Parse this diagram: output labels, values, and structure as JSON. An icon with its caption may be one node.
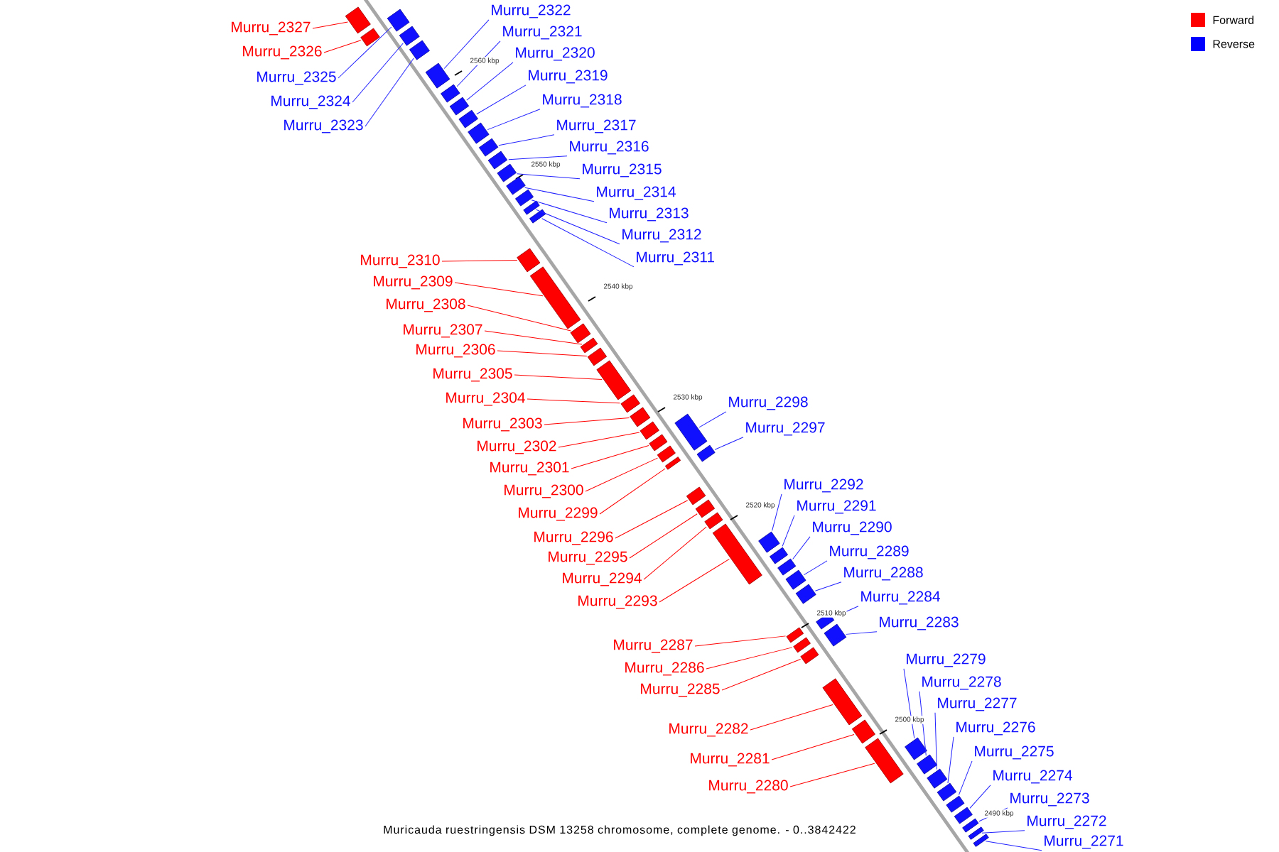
{
  "diagram": {
    "caption": "Muricauda ruestringensis DSM 13258 chromosome, complete genome. - 0..3842422",
    "nodes": [
      {
        "text": [
          "Murru_2327"
        ]
      },
      {
        "text": [
          "Murru_2326"
        ]
      },
      {
        "text": [
          "Murru_2325"
        ]
      },
      {
        "text": [
          "Murru_2324"
        ]
      },
      {
        "text": [
          "Murru_2323"
        ]
      },
      {
        "text": [
          "Murru_2322"
        ]
      },
      {
        "text": [
          "Murru_2321"
        ]
      },
      {
        "text": [
          "Murru_2320"
        ]
      },
      {
        "text": [
          "Murru_2319"
        ]
      },
      {
        "text": [
          "Murru_2318"
        ]
      },
      {
        "text": [
          "Murru_2317"
        ]
      },
      {
        "text": [
          "Murru_2316"
        ]
      },
      {
        "text": [
          "Murru_2315"
        ]
      },
      {
        "text": [
          "Murru_2314"
        ]
      },
      {
        "text": [
          "Murru_2313"
        ]
      },
      {
        "text": [
          "Murru_2312"
        ]
      },
      {
        "text": [
          "Murru_2311"
        ]
      },
      {
        "text": [
          "Murru_2310"
        ]
      },
      {
        "text": [
          "Murru_2309"
        ]
      },
      {
        "text": [
          "Murru_2308"
        ]
      },
      {
        "text": [
          "Murru_2307"
        ]
      },
      {
        "text": [
          "Murru_2306"
        ]
      },
      {
        "text": [
          "Murru_2305"
        ]
      },
      {
        "text": [
          "Murru_2304"
        ]
      },
      {
        "text": [
          "Murru_2303"
        ]
      },
      {
        "text": [
          "Murru_2302"
        ]
      },
      {
        "text": [
          "Murru_2301"
        ]
      },
      {
        "text": [
          "Murru_2300"
        ]
      },
      {
        "text": [
          "Murru_2299"
        ]
      },
      {
        "text": [
          "Murru_2298"
        ]
      },
      {
        "text": [
          "Murru_2297"
        ]
      },
      {
        "text": [
          "Murru_2296"
        ]
      },
      {
        "text": [
          "Murru_2295"
        ]
      },
      {
        "text": [
          "Murru_2294"
        ]
      },
      {
        "text": [
          "Murru_2293"
        ]
      },
      {
        "text": [
          "Murru_2292"
        ]
      },
      {
        "text": [
          "Murru_2291"
        ]
      },
      {
        "text": [
          "Murru_2290"
        ]
      },
      {
        "text": [
          "Murru_2289"
        ]
      },
      {
        "text": [
          "Murru_2288"
        ]
      },
      {
        "text": [
          "Murru_2287"
        ]
      },
      {
        "text": [
          "Murru_2286"
        ]
      },
      {
        "text": [
          "Murru_2285"
        ]
      },
      {
        "text": [
          "Murru_2284"
        ]
      },
      {
        "text": [
          "Murru_2283"
        ]
      },
      {
        "text": [
          "Murru_2282"
        ]
      },
      {
        "text": [
          "Murru_2281"
        ]
      },
      {
        "text": [
          "Murru_2280"
        ]
      },
      {
        "text": [
          "Murru_2279"
        ]
      },
      {
        "text": [
          "Murru_2278"
        ]
      },
      {
        "text": [
          "Murru_2277"
        ]
      },
      {
        "text": [
          "Murru_2276"
        ]
      },
      {
        "text": [
          "Murru_2275"
        ]
      },
      {
        "text": [
          "Murru_2274"
        ]
      },
      {
        "text": [
          "Murru_2273"
        ]
      },
      {
        "text": [
          "Murru_2272"
        ]
      },
      {
        "text": [
          "Murru_2271"
        ]
      },
      {
        "text": [],
        "shape": "box"
      },
      {
        "text": [],
        "shape": "box"
      },
      {
        "text": [],
        "shape": "box"
      },
      {
        "text": [],
        "shape": "box"
      },
      {
        "text": [],
        "shape": "box"
      },
      {
        "text": [],
        "shape": "box"
      },
      {
        "text": [],
        "shape": "box"
      },
      {
        "text": [],
        "shape": "box"
      },
      {
        "text": [],
        "shape": "box"
      },
      {
        "text": [],
        "shape": "box"
      },
      {
        "text": [],
        "shape": "box"
      },
      {
        "text": [],
        "shape": "box"
      },
      {
        "text": [],
        "shape": "box"
      },
      {
        "text": [],
        "shape": "box"
      },
      {
        "text": [],
        "shape": "box"
      },
      {
        "text": [],
        "shape": "box"
      },
      {
        "text": [],
        "shape": "box"
      },
      {
        "text": [],
        "shape": "box"
      },
      {
        "text": [],
        "shape": "box"
      },
      {
        "text": [],
        "shape": "box"
      },
      {
        "text": [],
        "shape": "box"
      },
      {
        "text": [],
        "shape": "box"
      },
      {
        "text": [],
        "shape": "box"
      },
      {
        "text": [],
        "shape": "box"
      },
      {
        "text": [],
        "shape": "box"
      },
      {
        "text": [],
        "shape": "box"
      },
      {
        "text": [],
        "shape": "box"
      },
      {
        "text": [],
        "shape": "box"
      },
      {
        "text": [],
        "shape": "box"
      },
      {
        "text": [],
        "shape": "box"
      },
      {
        "text": [],
        "shape": "box"
      },
      {
        "text": [],
        "shape": "box"
      },
      {
        "text": [],
        "shape": "box"
      },
      {
        "text": [],
        "shape": "box"
      },
      {
        "text": [],
        "shape": "box"
      },
      {
        "text": [],
        "shape": "box"
      },
      {
        "text": [],
        "shape": "box"
      },
      {
        "text": [],
        "shape": "box"
      },
      {
        "text": [],
        "shape": "box"
      },
      {
        "text": [],
        "shape": "box"
      },
      {
        "text": [],
        "shape": "box"
      },
      {
        "text": [],
        "shape": "box"
      },
      {
        "text": [],
        "shape": "box"
      },
      {
        "text": [],
        "shape": "box"
      },
      {
        "text": [],
        "shape": "box"
      },
      {
        "text": [],
        "shape": "box"
      },
      {
        "text": [],
        "shape": "box"
      },
      {
        "text": [],
        "shape": "box"
      },
      {
        "text": [],
        "shape": "box"
      },
      {
        "text": [],
        "shape": "box"
      },
      {
        "text": [],
        "shape": "box"
      },
      {
        "text": [],
        "shape": "box"
      },
      {
        "text": [],
        "shape": "box"
      },
      {
        "text": [],
        "shape": "box"
      },
      {
        "text": [],
        "shape": "box"
      },
      {
        "text": [],
        "shape": "box"
      },
      {
        "text": [],
        "shape": "box"
      }
    ],
    "edges": [
      {
        "from": 0,
        "to": 57,
        "arrow": "none",
        "color": "#ff0000"
      },
      {
        "from": 1,
        "to": 58,
        "arrow": "none",
        "color": "#ff0000"
      },
      {
        "from": 2,
        "to": 59,
        "arrow": "none"
      },
      {
        "from": 3,
        "to": 60,
        "arrow": "none"
      },
      {
        "from": 4,
        "to": 61,
        "arrow": "none"
      },
      {
        "from": 5,
        "to": 62,
        "arrow": "none"
      },
      {
        "from": 6,
        "to": 63,
        "arrow": "none"
      },
      {
        "from": 7,
        "to": 64,
        "arrow": "none"
      },
      {
        "from": 8,
        "to": 65,
        "arrow": "none"
      },
      {
        "from": 9,
        "to": 66,
        "arrow": "none"
      },
      {
        "from": 10,
        "to": 67,
        "arrow": "none"
      },
      {
        "from": 11,
        "to": 68,
        "arrow": "none"
      },
      {
        "from": 12,
        "to": 69,
        "arrow": "none"
      },
      {
        "from": 13,
        "to": 70,
        "arrow": "none"
      },
      {
        "from": 14,
        "to": 71,
        "arrow": "none"
      },
      {
        "from": 15,
        "to": 72,
        "arrow": "none"
      },
      {
        "from": 16,
        "to": 73,
        "arrow": "none"
      },
      {
        "from": 17,
        "to": 74,
        "arrow": "none",
        "color": "#ff0000"
      },
      {
        "from": 18,
        "to": 75,
        "arrow": "none",
        "color": "#ff0000"
      },
      {
        "from": 19,
        "to": 76,
        "arrow": "none",
        "color": "#ff0000"
      },
      {
        "from": 20,
        "to": 77,
        "arrow": "none",
        "color": "#ff0000"
      },
      {
        "from": 21,
        "to": 78,
        "arrow": "none",
        "color": "#ff0000"
      },
      {
        "from": 22,
        "to": 79,
        "arrow": "none",
        "color": "#ff0000"
      },
      {
        "from": 23,
        "to": 80,
        "arrow": "none",
        "color": "#ff0000"
      },
      {
        "from": 24,
        "to": 81,
        "arrow": "none",
        "color": "#ff0000"
      },
      {
        "from": 25,
        "to": 82,
        "arrow": "none",
        "color": "#ff0000"
      },
      {
        "from": 26,
        "to": 83,
        "arrow": "none",
        "color": "#ff0000"
      },
      {
        "from": 27,
        "to": 84,
        "arrow": "none",
        "color": "#ff0000"
      },
      {
        "from": 28,
        "to": 85,
        "arrow": "none",
        "color": "#ff0000"
      },
      {
        "from": 29,
        "to": 86,
        "arrow": "none"
      },
      {
        "from": 30,
        "to": 87,
        "arrow": "none"
      },
      {
        "from": 31,
        "to": 88,
        "arrow": "none",
        "color": "#ff0000"
      },
      {
        "from": 32,
        "to": 89,
        "arrow": "none",
        "color": "#ff0000"
      },
      {
        "from": 33,
        "to": 90,
        "arrow": "none",
        "color": "#ff0000"
      },
      {
        "from": 34,
        "to": 91,
        "arrow": "none",
        "color": "#ff0000"
      },
      {
        "from": 35,
        "to": 92,
        "arrow": "none"
      },
      {
        "from": 36,
        "to": 93,
        "arrow": "none"
      },
      {
        "from": 37,
        "to": 94,
        "arrow": "none"
      },
      {
        "from": 38,
        "to": 95,
        "arrow": "none"
      },
      {
        "from": 39,
        "to": 96,
        "arrow": "none"
      },
      {
        "from": 40,
        "to": 97,
        "arrow": "none",
        "color": "#ff0000"
      },
      {
        "from": 41,
        "to": 98,
        "arrow": "none",
        "color": "#ff0000"
      },
      {
        "from": 42,
        "to": 99,
        "arrow": "none",
        "color": "#ff0000"
      },
      {
        "from": 43,
        "to": 100,
        "arrow": "none"
      },
      {
        "from": 44,
        "to": 101,
        "arrow": "none"
      },
      {
        "from": 45,
        "to": 102,
        "arrow": "none",
        "color": "#ff0000"
      },
      {
        "from": 46,
        "to": 103,
        "arrow": "none",
        "color": "#ff0000"
      },
      {
        "from": 47,
        "to": 104,
        "arrow": "none",
        "color": "#ff0000"
      },
      {
        "from": 48,
        "to": 105,
        "arrow": "none"
      },
      {
        "from": 49,
        "to": 106,
        "arrow": "none"
      },
      {
        "from": 50,
        "to": 107,
        "arrow": "none"
      },
      {
        "from": 51,
        "to": 108,
        "arrow": "none"
      },
      {
        "from": 52,
        "to": 109,
        "arrow": "none"
      },
      {
        "from": 53,
        "to": 110,
        "arrow": "none"
      },
      {
        "from": 54,
        "to": 111,
        "arrow": "none"
      },
      {
        "from": 55,
        "to": 112,
        "arrow": "none"
      },
      {
        "from": 56,
        "to": 113,
        "arrow": "none"
      }
    ],
    "labels": [
      "2560 kbp",
      "2550 kbp",
      "2540 kbp",
      "2530 kbp",
      "2520 kbp",
      "2510 kbp",
      "2500 kbp",
      "2490 kbp"
    ],
    "legend": [
      {
        "text": "Forward",
        "color": "#ff0000"
      },
      {
        "text": "Reverse",
        "color": "#0000ff"
      }
    ]
  }
}
